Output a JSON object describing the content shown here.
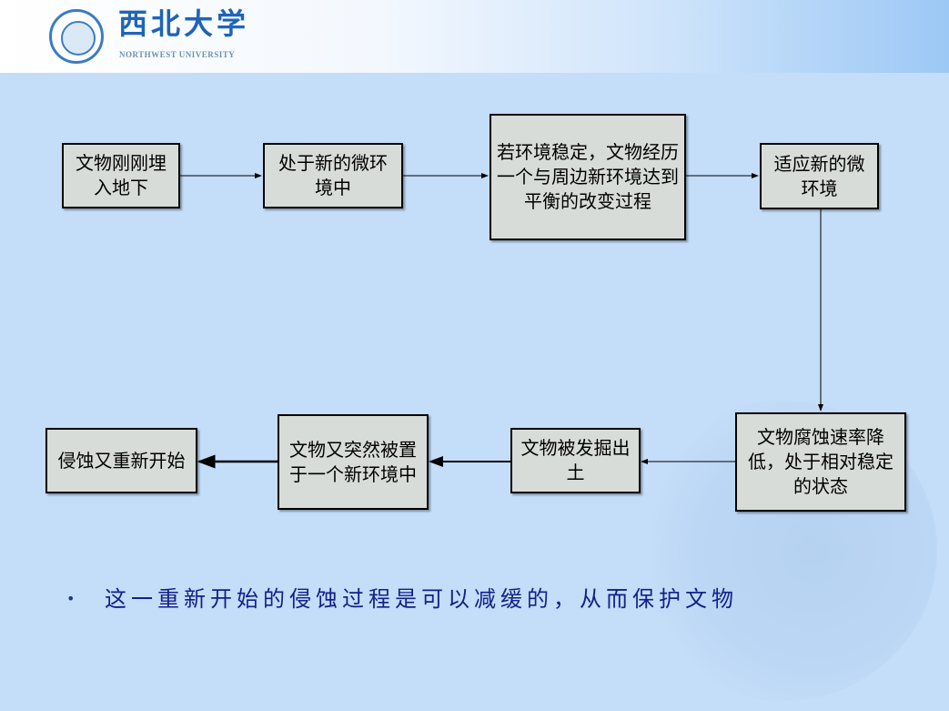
{
  "header": {
    "logo_cn": "西北大学",
    "logo_en": "NORTHWEST UNIVERSITY"
  },
  "flow": [
    "文物刚刚埋入地下",
    "处于新的微环境中",
    "若环境稳定，文物经历一个与周边新环境达到平衡的改变过程",
    "适应新的微环境",
    "文物腐蚀速率降低，处于相对稳定的状态",
    "文物被发掘出土",
    "文物又突然被置于一个新环境中",
    "侵蚀又重新开始"
  ],
  "note": "这一重新开始的侵蚀过程是可以减缓的，从而保护文物"
}
